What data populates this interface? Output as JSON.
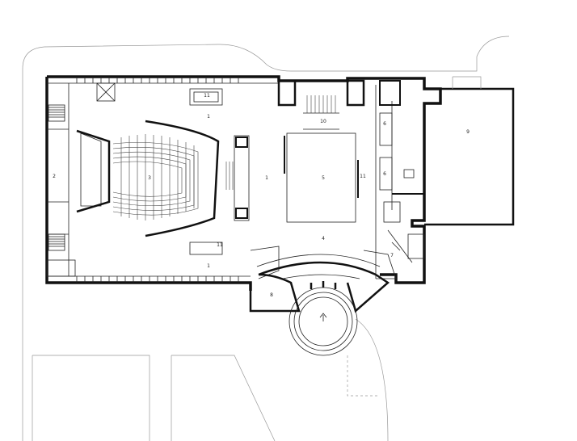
{
  "room_labels": {
    "l1_top_foyer": "1",
    "l1_right_foyer": "1",
    "l1_bottom_foyer": "1",
    "l2_left_wing": "2",
    "l3_auditorium": "3",
    "l4_lobby": "4",
    "l5_hall": "5",
    "l6_upper": "6",
    "l6_lower": "6",
    "l7_office": "7",
    "l8_porch": "8",
    "l9_annex": "9",
    "l10_stair_hall": "10",
    "l11_top": "11",
    "l11_mid": "11",
    "l11_right": "11"
  }
}
